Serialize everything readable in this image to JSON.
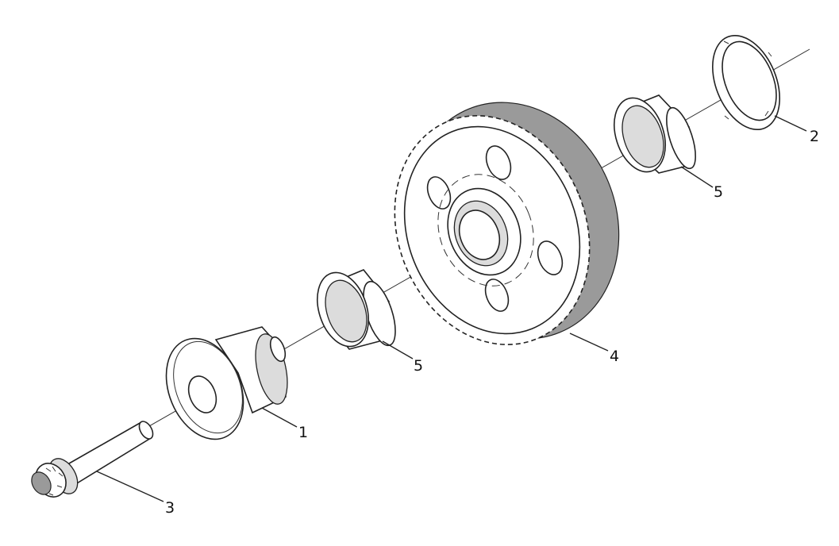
{
  "diagram": {
    "labels": [
      {
        "key": "bushing_flanged",
        "text": "1"
      },
      {
        "key": "thrust_washer",
        "text": "2"
      },
      {
        "key": "bolt",
        "text": "3"
      },
      {
        "key": "idler_gear",
        "text": "4"
      },
      {
        "key": "bearing_front",
        "text": "5"
      },
      {
        "key": "bearing_rear",
        "text": "5"
      }
    ]
  }
}
